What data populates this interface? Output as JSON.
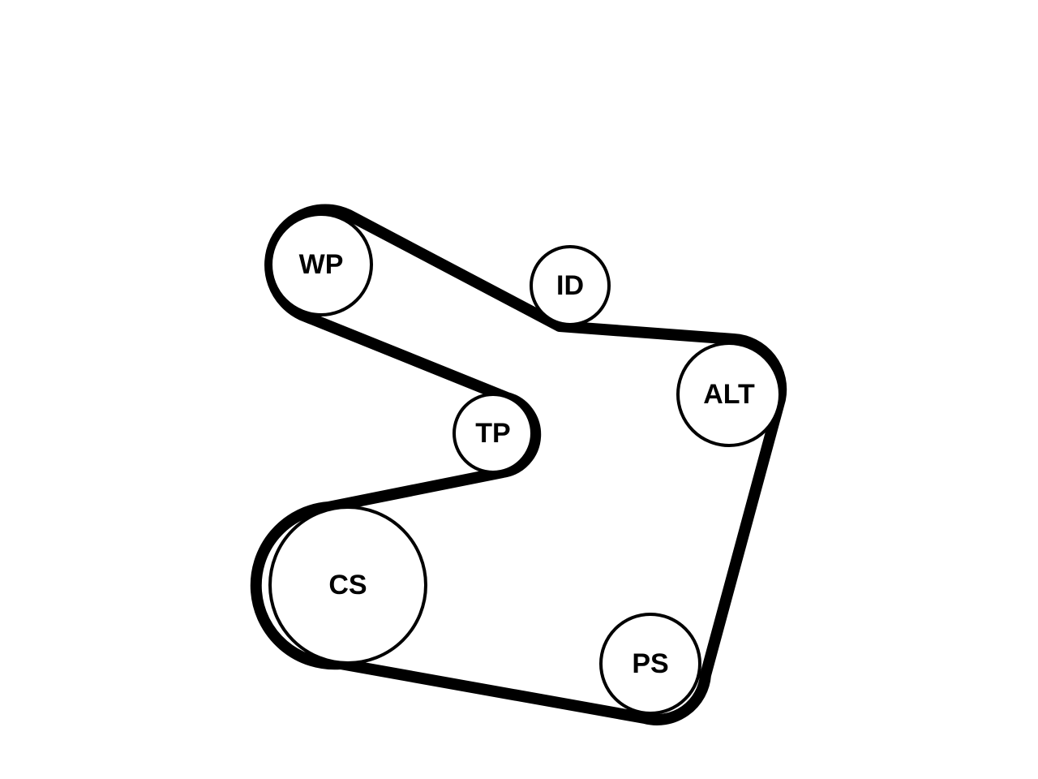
{
  "diagram": {
    "colors": {
      "belt": "#000000",
      "pulley_fill": "#ffffff",
      "background": "#ffffff"
    },
    "pulleys": [
      {
        "key": "wp",
        "label": "WP"
      },
      {
        "key": "id",
        "label": "ID"
      },
      {
        "key": "alt",
        "label": "ALT"
      },
      {
        "key": "tp",
        "label": "TP"
      },
      {
        "key": "cs",
        "label": "CS"
      },
      {
        "key": "ps",
        "label": "PS"
      }
    ]
  }
}
